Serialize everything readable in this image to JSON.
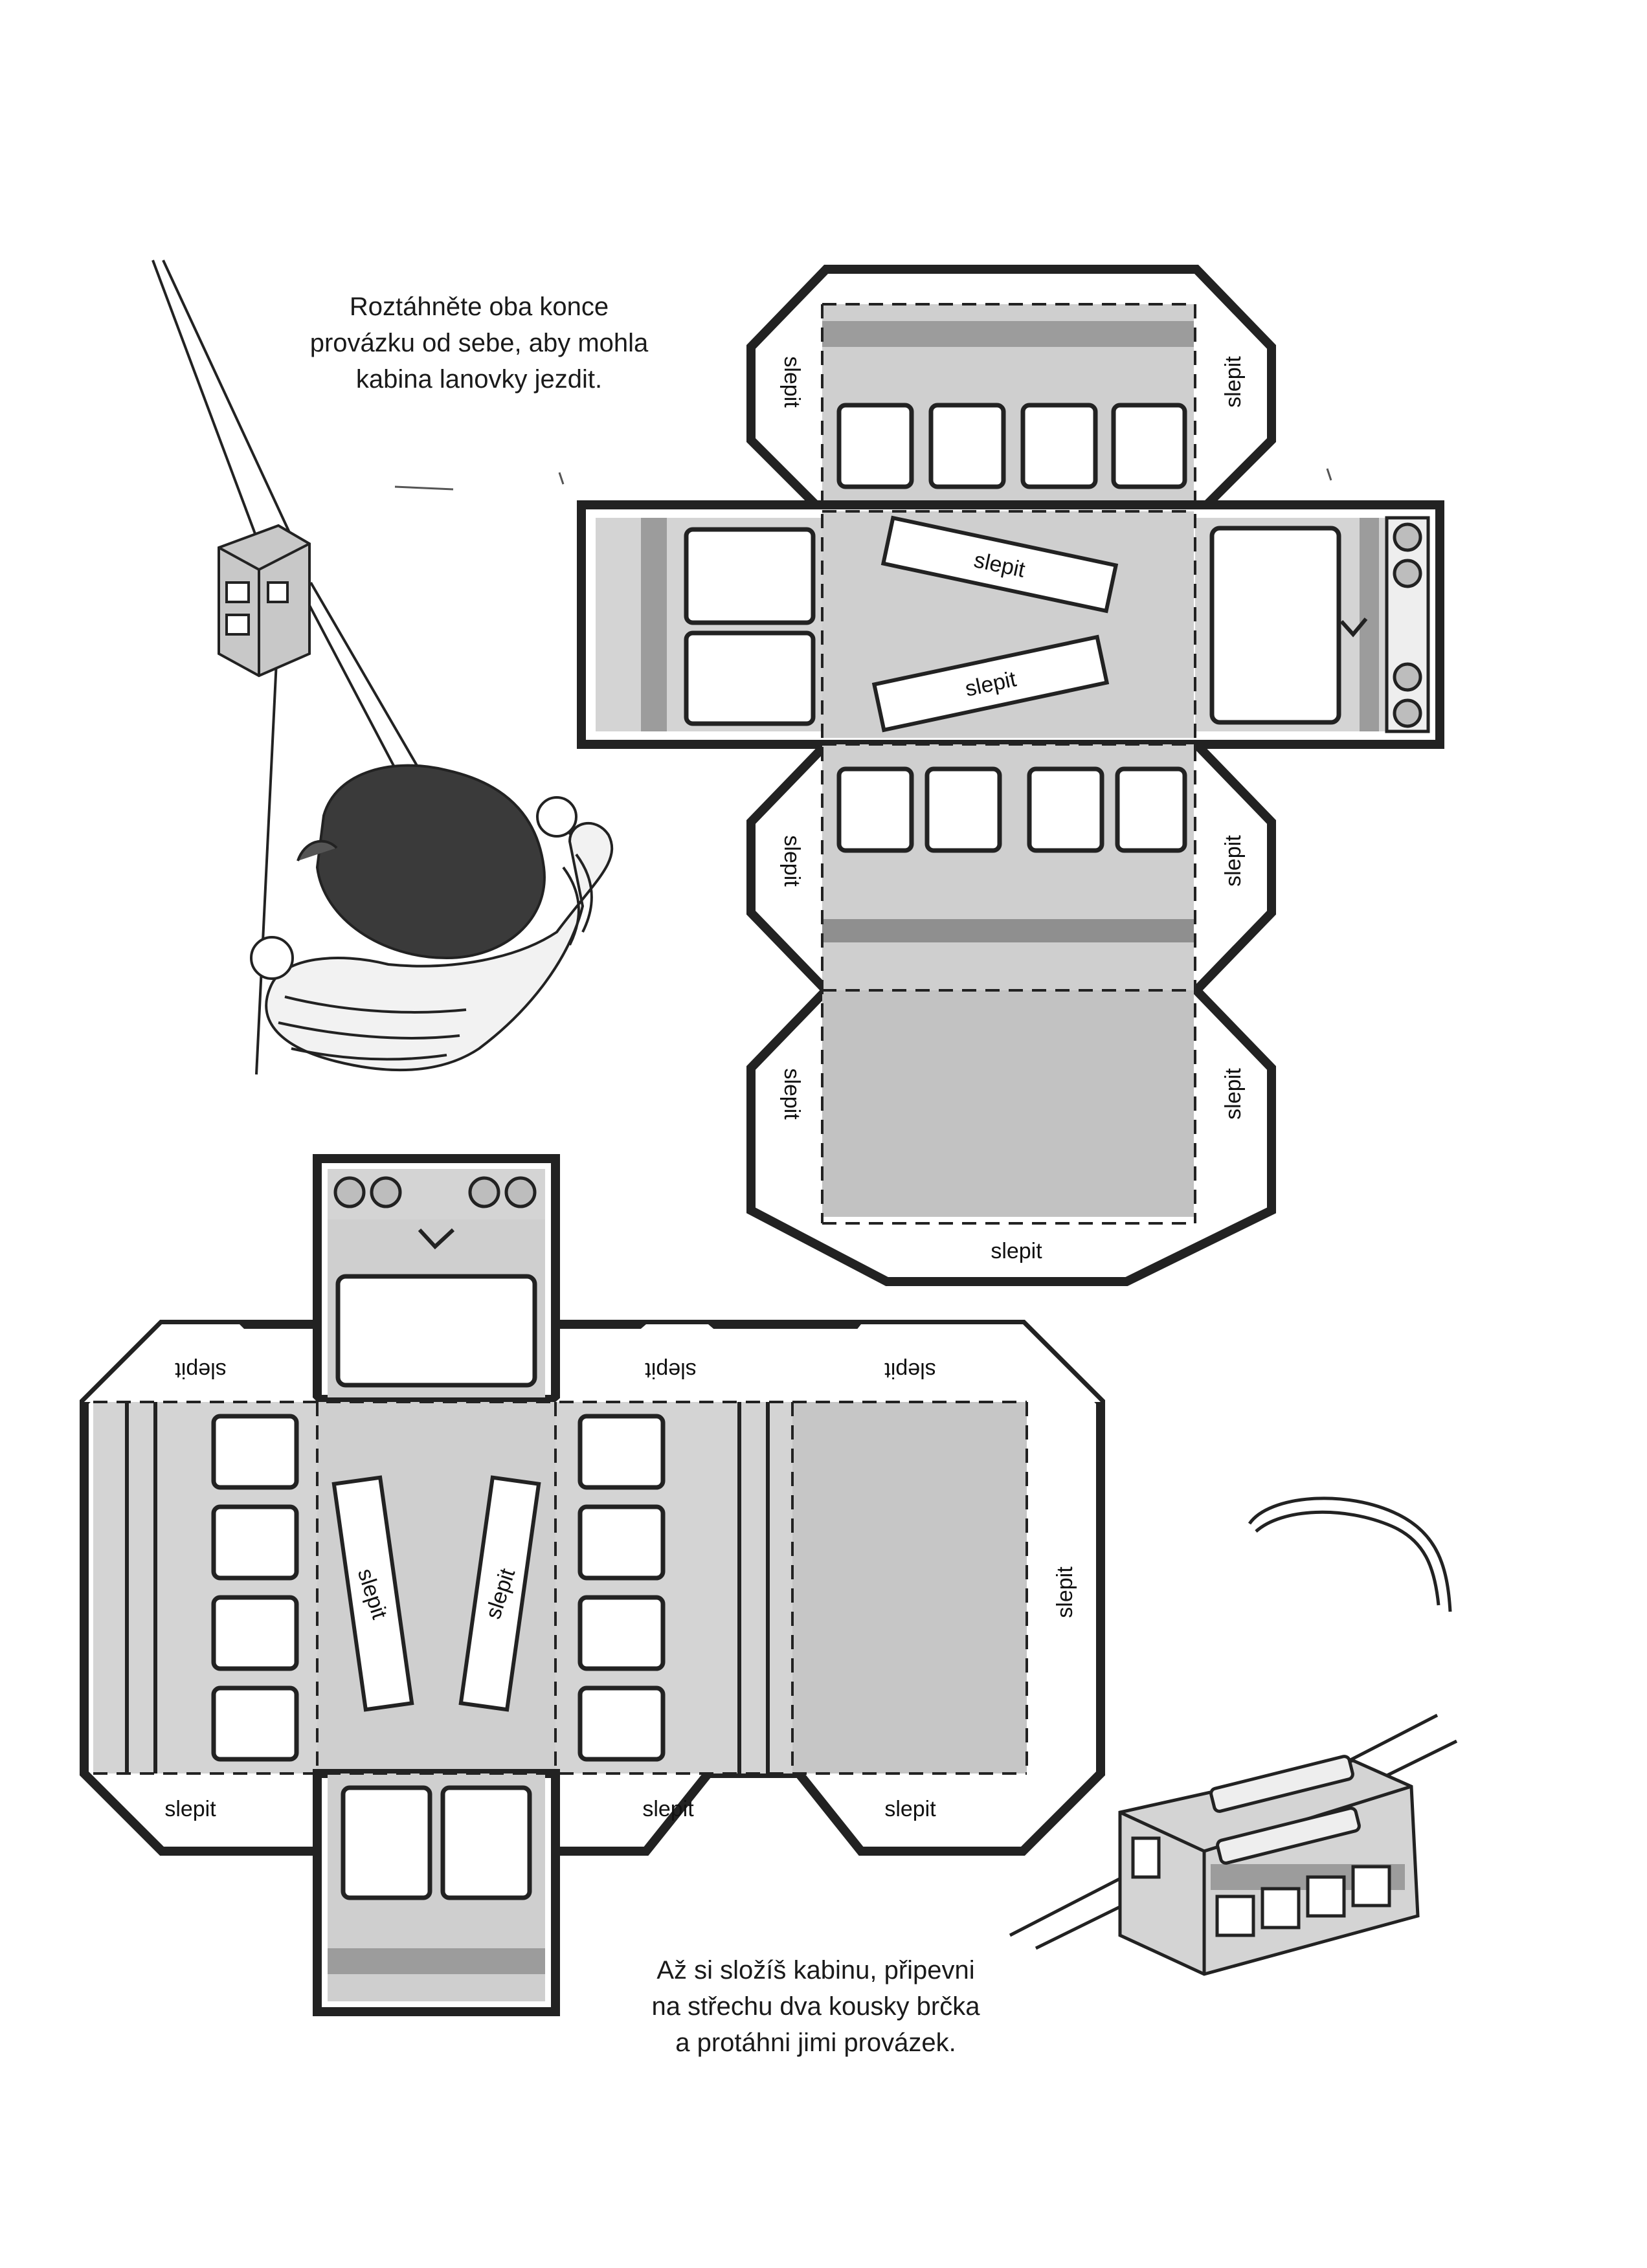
{
  "instructions_top": {
    "lines": [
      "Roztáhněte oba konce",
      "provázku od sebe, aby mohla",
      "kabina lanovky jezdit."
    ]
  },
  "instructions_bottom": {
    "lines": [
      "Až si složíš kabinu, připevni",
      "na střechu dva kousky brčka",
      "a protáhni jimi provázek."
    ]
  },
  "glue_label": "slepit",
  "colors": {
    "outline": "#222222",
    "panel_fill": "#cfcfcf",
    "panel_fill_dark": "#b5b5b5",
    "window_fill": "#ffffff"
  }
}
